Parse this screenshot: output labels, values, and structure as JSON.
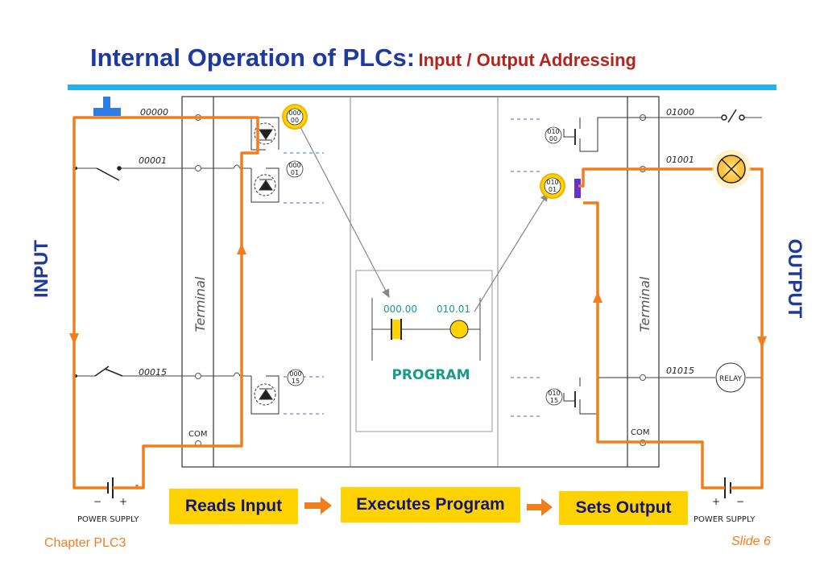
{
  "title": {
    "main": "Internal Operation of PLCs:",
    "sub": "Input / Output Addressing"
  },
  "side_labels": {
    "input": "INPUT",
    "output": "OUTPUT"
  },
  "terminal_label": "Terminal",
  "input_addresses": [
    "00000",
    "00001",
    "00015"
  ],
  "output_addresses": [
    "01000",
    "01001",
    "01015"
  ],
  "com_label": "COM",
  "input_indicators": [
    {
      "top": "000",
      "bottom": "00",
      "highlighted": true
    },
    {
      "top": "000",
      "bottom": "01",
      "highlighted": false
    },
    {
      "top": "000",
      "bottom": "15",
      "highlighted": false
    }
  ],
  "output_indicators": [
    {
      "top": "010",
      "bottom": "00",
      "highlighted": false
    },
    {
      "top": "010",
      "bottom": "01",
      "highlighted": true
    },
    {
      "top": "010",
      "bottom": "15",
      "highlighted": false
    }
  ],
  "program": {
    "label": "PROGRAM",
    "contact_address": "000.00",
    "coil_address": "010.01"
  },
  "relay_label": "RELAY",
  "power_supply_label": "POWER SUPPLY",
  "input_supply_polarity": {
    "left": "−",
    "right": "+"
  },
  "output_supply_polarity": {
    "left": "+",
    "right": "−"
  },
  "steps": [
    "Reads Input",
    "Executes Program",
    "Sets Output"
  ],
  "footer": {
    "chapter": "Chapter PLC3",
    "slide": "Slide 6"
  },
  "colors": {
    "accent_orange": "#f07d1e",
    "title_blue": "#1f3a9e",
    "subtitle_red": "#b3241b",
    "step_yellow": "#ffd200",
    "rule_cyan": "#22b3ec",
    "program_teal": "#1a9a8a"
  }
}
